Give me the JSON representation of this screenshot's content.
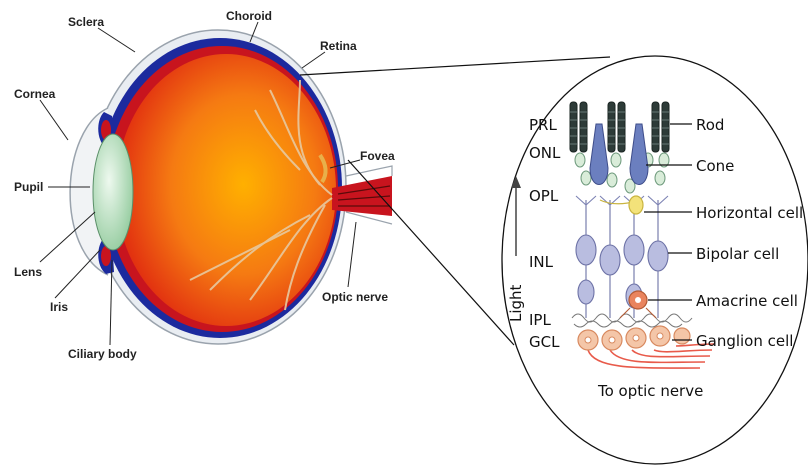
{
  "eye_labels": {
    "sclera": "Sclera",
    "choroid": "Choroid",
    "retina": "Retina",
    "cornea": "Cornea",
    "pupil": "Pupil",
    "fovea": "Fovea",
    "lens": "Lens",
    "iris": "Iris",
    "ciliary_body": "Ciliary body",
    "optic_nerve": "Optic nerve"
  },
  "layer_labels": [
    "PRL",
    "ONL",
    "OPL",
    "INL",
    "IPL",
    "GCL"
  ],
  "cell_labels": [
    "Rod",
    "Cone",
    "Horizontal cell",
    "Bipolar cell",
    "Amacrine cell",
    "Ganglion cell"
  ],
  "light_label": "Light",
  "caption": "To optic nerve",
  "colors": {
    "eye_orange": "#f06a10",
    "eye_red": "#c8141e",
    "choroid_blue": "#1c2a9e",
    "lens_green": "#b6e0b8",
    "rod_dark": "#2d3b38",
    "cone_blue": "#6b7fbf",
    "bipolar_lavender": "#b9bde0",
    "horizontal_yellow": "#f3e27a",
    "amacrine_orange": "#e9845e",
    "ganglion_peach": "#f4c6a8",
    "axon_red": "#e85a4a"
  }
}
